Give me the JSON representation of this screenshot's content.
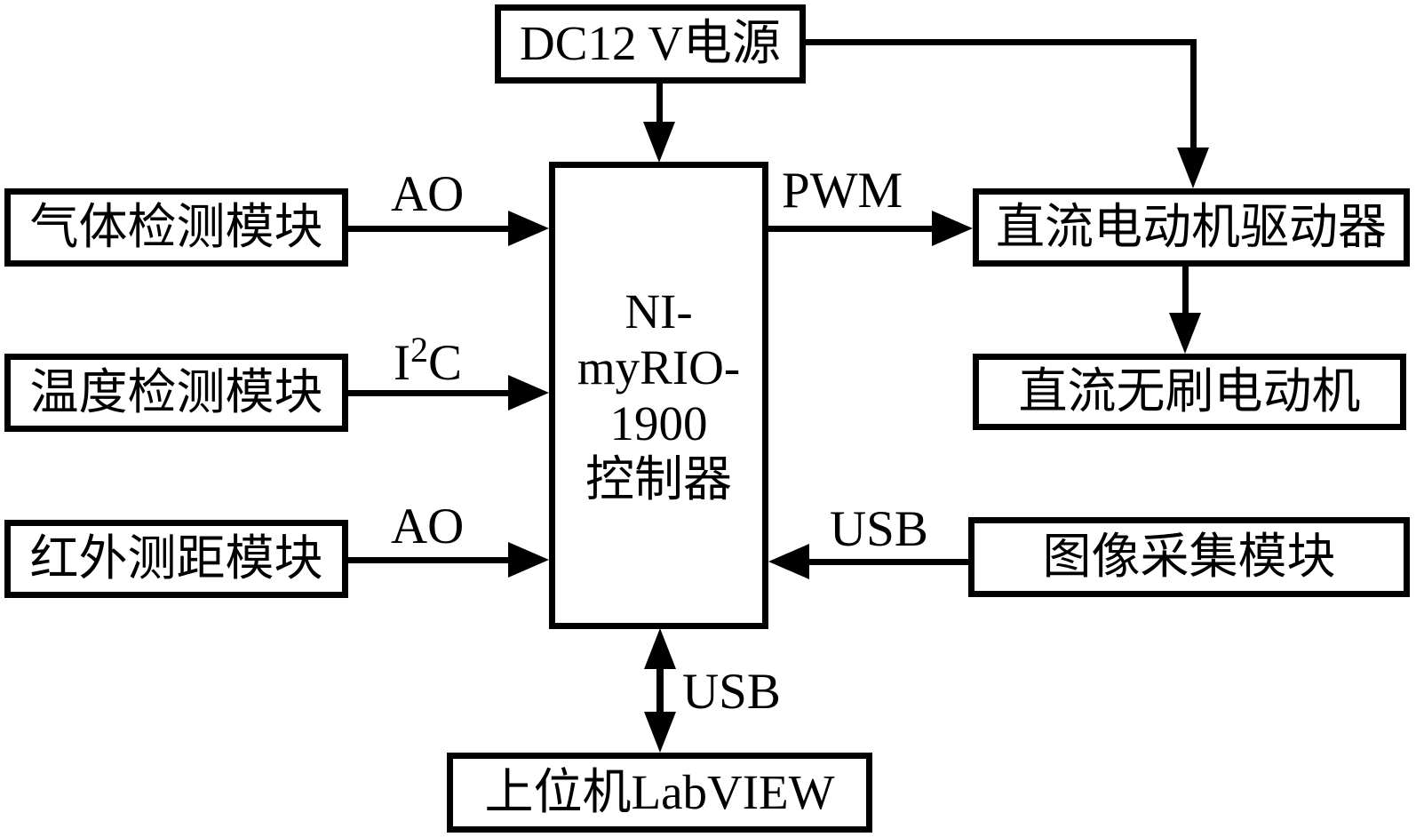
{
  "diagram": {
    "title": "NI myRIO-1900 control system block diagram",
    "colors": {
      "background": "#ffffff",
      "line": "#000000",
      "box_fill": "#ffffff",
      "text": "#000000"
    },
    "boxes": {
      "power": "DC12 V电源",
      "controller_lines": [
        "NI-",
        "myRIO-",
        "1900",
        "控制器"
      ],
      "gas": "气体检测模块",
      "temp": "温度检测模块",
      "ir": "红外测距模块",
      "driver": "直流电动机驱动器",
      "motor": "直流无刷电动机",
      "camera": "图像采集模块",
      "labview": "上位机LabVIEW"
    },
    "labels": {
      "ao1": "AO",
      "i2c": {
        "base": "I",
        "sup": "2",
        "tail": "C"
      },
      "ao2": "AO",
      "pwm": "PWM",
      "usb_camera": "USB",
      "usb_host": "USB"
    }
  }
}
